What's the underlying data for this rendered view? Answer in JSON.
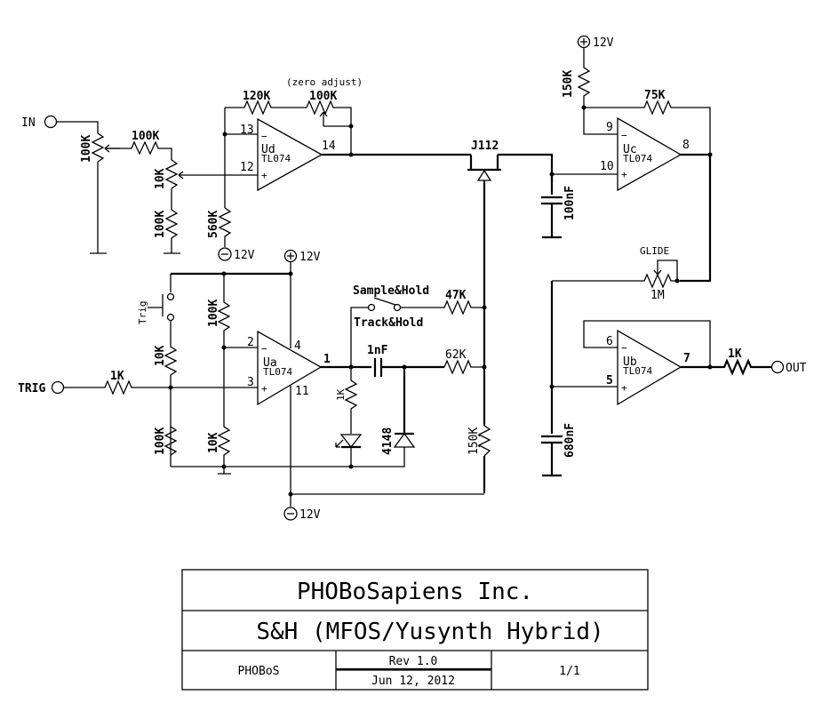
{
  "title_block": {
    "company": "PHOBoSapiens Inc.",
    "title": "S&H (MFOS/Yusynth Hybrid)",
    "author": "PHOBoS",
    "revision": "Rev 1.0",
    "date": "Jun 12, 2012",
    "sheet": "1/1"
  },
  "connectors": {
    "in": "IN",
    "trig": "TRIG",
    "out": "OUT"
  },
  "power": {
    "neg_12v_ud": "12V",
    "pos_12v_ua": "12V",
    "neg_12v_ua": "12V",
    "pos_12v_uc": "12V"
  },
  "opamps": {
    "ud": {
      "ref": "Ud",
      "part": "TL074",
      "pin_inv": "13",
      "pin_noninv": "12",
      "pin_out": "14"
    },
    "ua": {
      "ref": "Ua",
      "part": "TL074",
      "pin_inv": "2",
      "pin_noninv": "3",
      "pin_out": "1",
      "pin_vpos": "4",
      "pin_vneg": "11"
    },
    "uc": {
      "ref": "Uc",
      "part": "TL074",
      "pin_inv": "9",
      "pin_noninv": "10",
      "pin_out": "8"
    },
    "ub": {
      "ref": "Ub",
      "part": "TL074",
      "pin_inv": "6",
      "pin_noninv": "5",
      "pin_out": "7"
    }
  },
  "components": {
    "pot_in": "100K",
    "r_in_series": "100K",
    "pot_level": "10K",
    "r_level_gnd": "100K",
    "r_ud_bias": "560K",
    "r_ud_fb": "120K",
    "pot_zero": "100K",
    "zero_note": "(zero adjust)",
    "jfet": "J112",
    "c_hold": "100nF",
    "r_uc_pullup": "150K",
    "r_uc_fb": "75K",
    "pot_glide": "1M",
    "glide_label": "GLIDE",
    "c_glide": "680nF",
    "r_out": "1K",
    "switch_trig": "Trig",
    "r_trig_in": "1K",
    "r_trig_up": "10K",
    "r_trig_down": "100K",
    "r_ref_up": "100K",
    "r_ref_down": "10K",
    "c_diff": "1nF",
    "r_led": "1K",
    "diode": "4148",
    "switch_mode_top": "Sample&Hold",
    "switch_mode_bottom": "Track&Hold",
    "r_mode": "47K",
    "r_pulse": "62K",
    "r_gate_pull": "150K"
  }
}
